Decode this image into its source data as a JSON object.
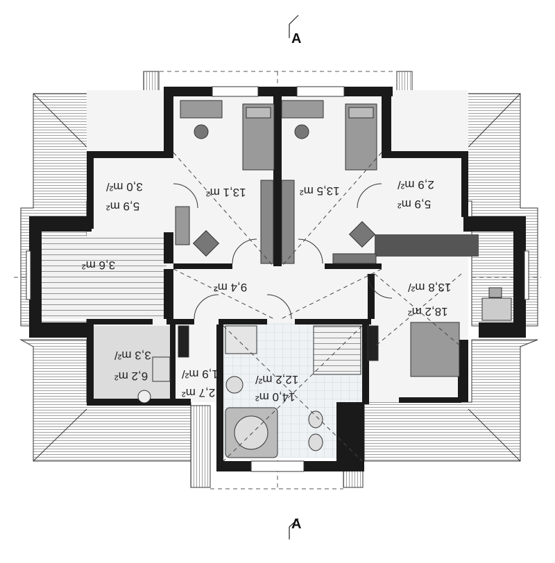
{
  "section_marks": {
    "top": "A",
    "bottom": "A"
  },
  "rooms": {
    "bedroom_left": "13,1 m²",
    "bedroom_right": "13,5 m²",
    "bedroom_large_1": "13,8 m²/",
    "bedroom_large_2": "18,2 m²",
    "hall": "9,4 m²",
    "stair": "3,6 m²",
    "closet_left_1": "3,0 m²/",
    "closet_left_2": "5,9 m²",
    "closet_right_1": "2,9 m²/",
    "closet_right_2": "5,9 m²",
    "wc_1": "3,3 m²/",
    "wc_2": "6,2 m²",
    "storage_1": "1,9 m²/",
    "storage_2": "2,7 m²",
    "bath_1": "12,2 m²/",
    "bath_2": "14,0 m²"
  },
  "colors": {
    "wall": "#1a1a1a",
    "floor": "#f4f4f4",
    "roof": "#ffffff",
    "tile": "#e9eef0",
    "furniture": "#9a9a9a"
  }
}
